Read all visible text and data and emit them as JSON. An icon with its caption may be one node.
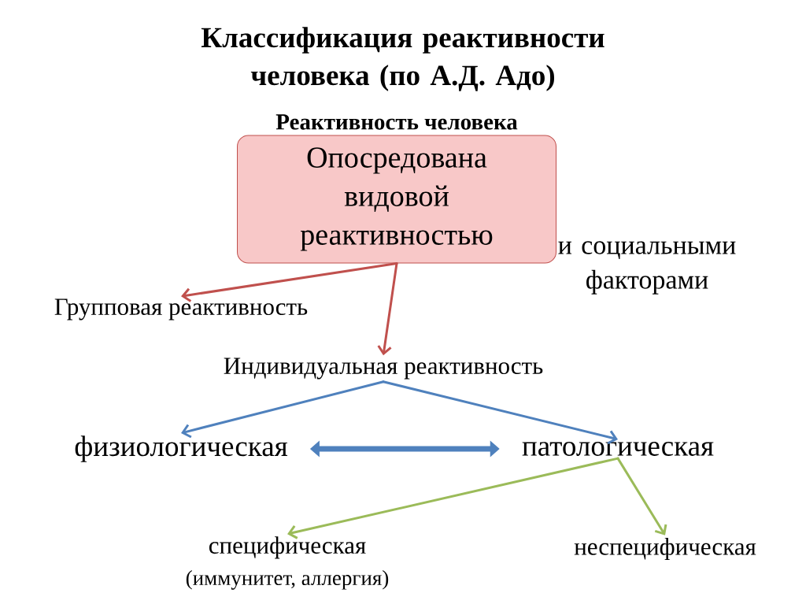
{
  "diagram": {
    "title": "Классификация реактивности человека (по А.Д. Адо)",
    "nodes": [
      {
        "text": [
          "Реактивность человека",
          "Опосредована видовой реактивностью"
        ],
        "beside": [
          "и социальными факторами"
        ]
      },
      {
        "text": [
          "Групповая реактивность"
        ]
      },
      {
        "text": [
          "Индивидуальная реактивность"
        ]
      },
      {
        "text": [
          "физиологическая"
        ]
      },
      {
        "text": [
          "патологическая"
        ]
      },
      {
        "text": [
          "специфическая",
          "(иммунитет, аллергия)"
        ]
      },
      {
        "text": [
          "неспецифическая"
        ]
      }
    ],
    "edges": [
      {
        "from": 0,
        "to": 1,
        "arrow": "to",
        "color": "#c0504d"
      },
      {
        "from": 0,
        "to": 2,
        "arrow": "to",
        "color": "#c0504d"
      },
      {
        "from": 2,
        "to": 3,
        "arrow": "to",
        "color": "#4f81bd"
      },
      {
        "from": 2,
        "to": 4,
        "arrow": "to",
        "color": "#4f81bd"
      },
      {
        "from": 3,
        "to": 4,
        "arrow": "both",
        "style": "thick",
        "color": "#4f81bd"
      },
      {
        "from": 4,
        "to": 5,
        "arrow": "to",
        "color": "#9bbb59"
      },
      {
        "from": 4,
        "to": 6,
        "arrow": "to",
        "color": "#9bbb59"
      }
    ]
  }
}
